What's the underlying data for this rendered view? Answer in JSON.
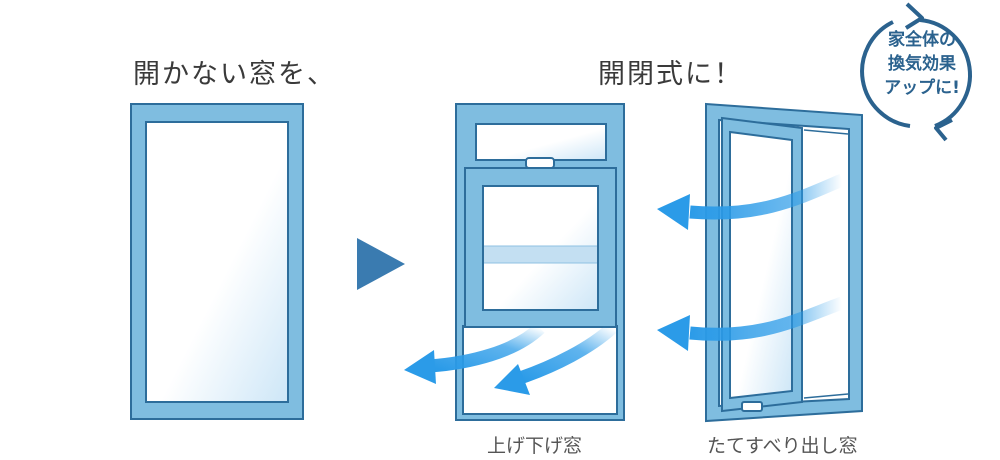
{
  "labels": {
    "before": "開かない窓を、",
    "after": "開閉式に！",
    "double_hung": "上げ下げ窓",
    "casement": "たてすべり出し窓"
  },
  "badge": {
    "line1": "家全体の",
    "line2": "換気効果",
    "line3": "アップに!"
  },
  "colors": {
    "frame": "#7fbde0",
    "outline": "#2d6d9b",
    "arrow": "#2b9be8",
    "play": "#3a7bb0",
    "badge": "#2b628e"
  },
  "icons": [
    "play-arrow-icon",
    "refresh-cycle-icon",
    "airflow-arrow-icon"
  ]
}
